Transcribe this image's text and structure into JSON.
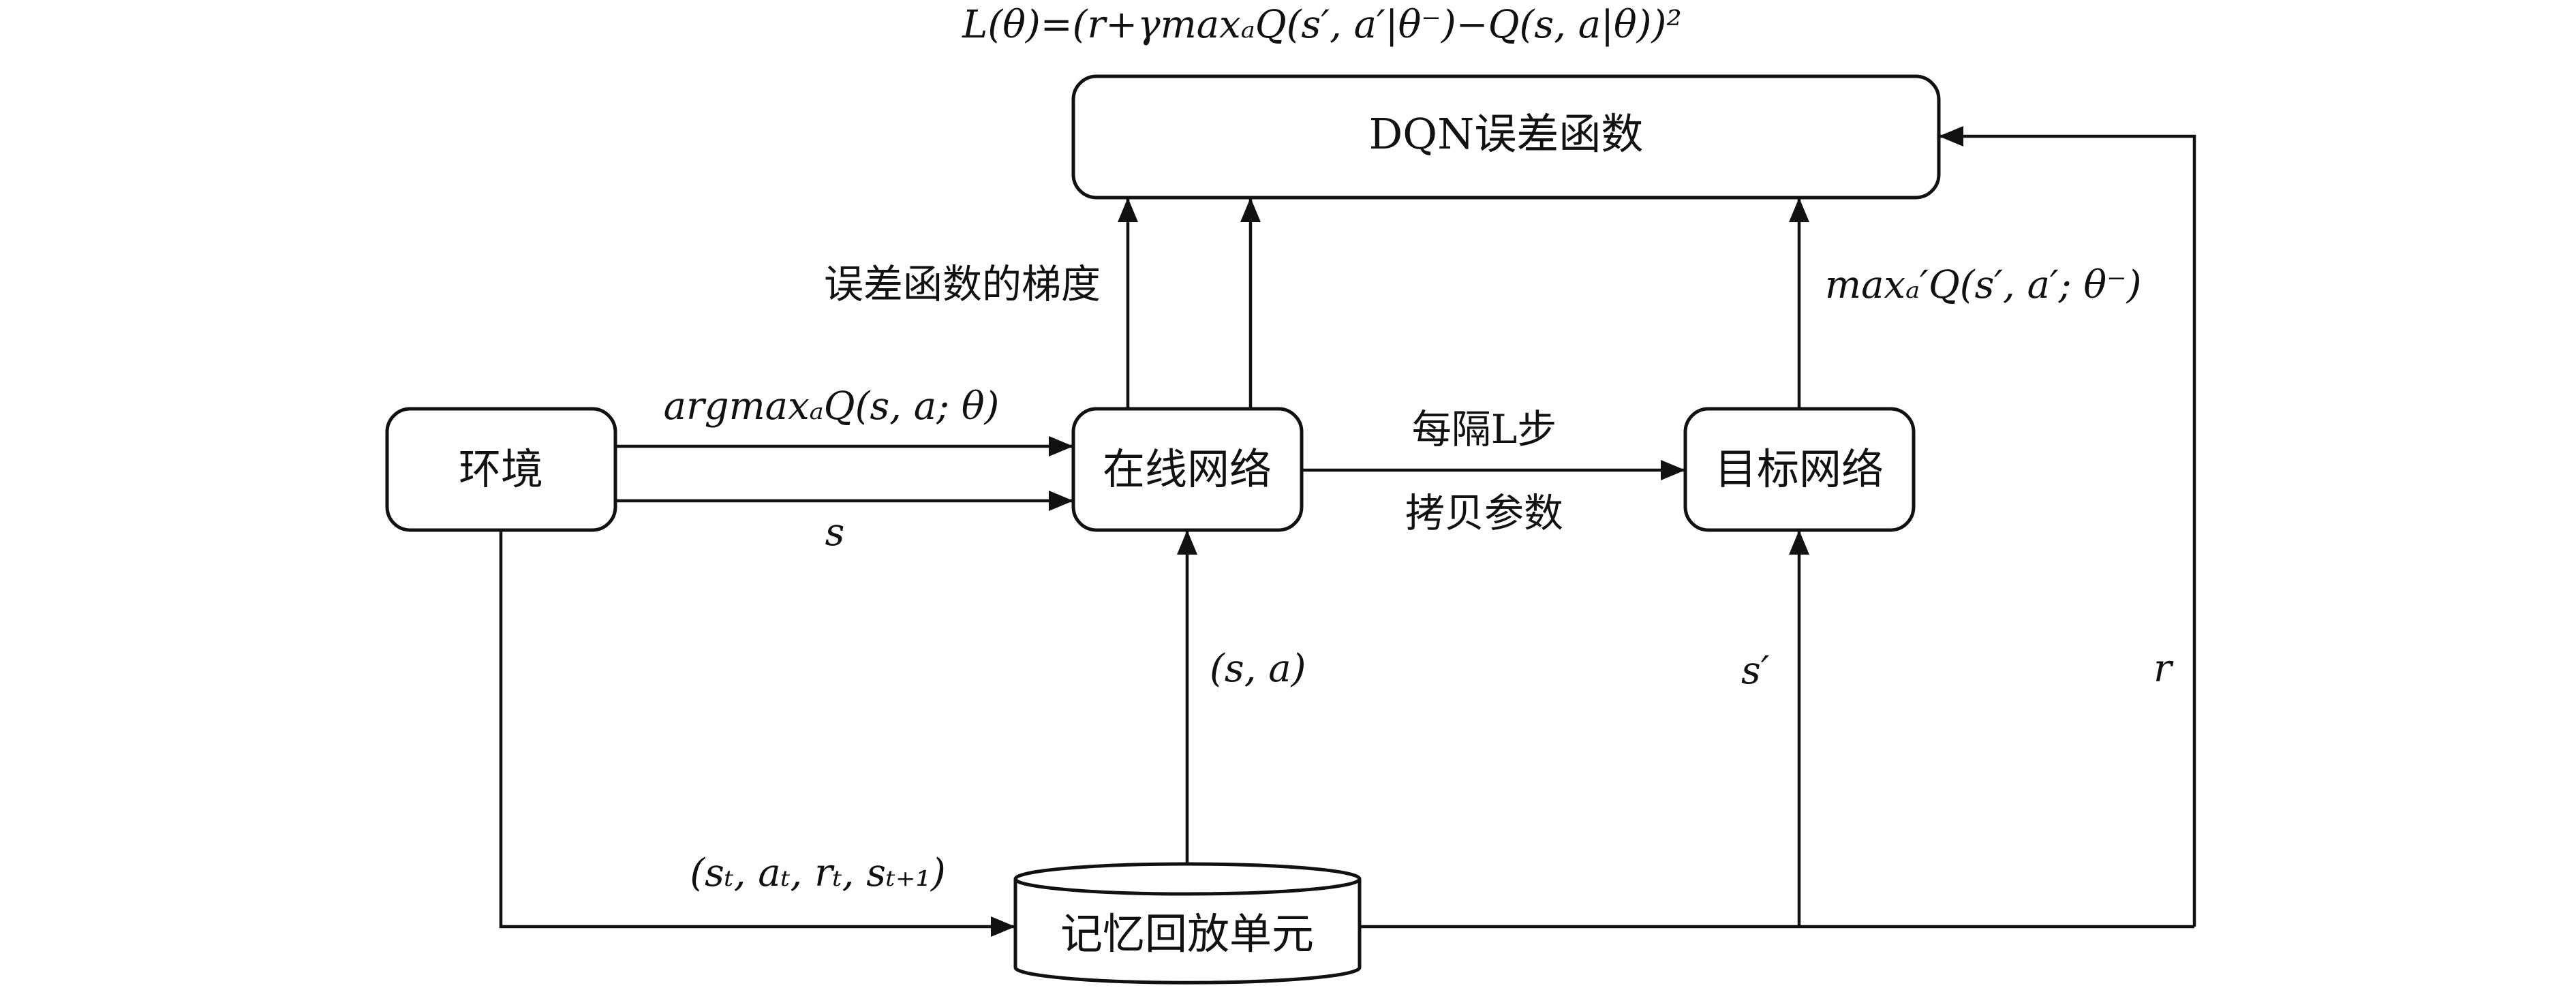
{
  "formula_top": "L(θ)=(r+γmaxₐQ(s′, a′|θ⁻)−Q(s, a|θ))²",
  "nodes": {
    "dqn_loss": "DQN误差函数",
    "environment": "环境",
    "online_net": "在线网络",
    "target_net": "目标网络",
    "replay": "记忆回放单元"
  },
  "edge_labels": {
    "gradient": "误差函数的梯度",
    "target_max": "maxₐ′Q(s′, a′; θ⁻)",
    "argmax": "argmaxₐQ(s, a; θ)",
    "state": "s",
    "every_L": "每隔L步",
    "copy_params": "拷贝参数",
    "sa": "(s, a)",
    "s_prime": "s′",
    "r": "r",
    "transition": "(sₜ, aₜ, rₜ, sₜ₊₁)"
  }
}
